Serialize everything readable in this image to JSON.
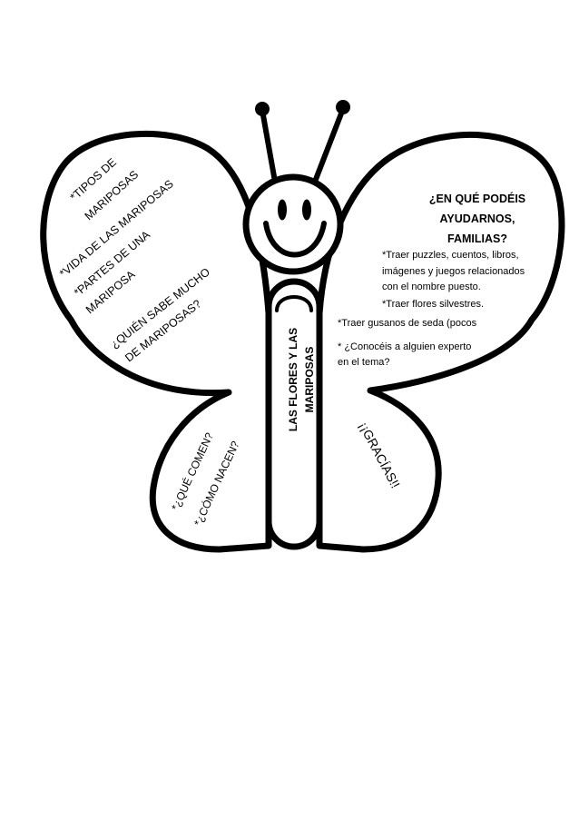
{
  "colors": {
    "ink": "#000000",
    "paper": "#ffffff"
  },
  "left_upper_wing": {
    "lines": [
      "*TIPOS DE",
      "MARIPOSAS",
      "*VIDA DE LAS MARIPOSAS",
      "*PARTES DE UNA",
      "MARIPOSA",
      "¿QUIÉN SABE MUCHO",
      "DE MARIPOSAS?"
    ]
  },
  "left_lower_wing": {
    "lines": [
      "*¿QUÉ COMEN?",
      "*¿CÓMO NACEN?"
    ]
  },
  "body": {
    "title_lines": [
      "LAS FLORES Y LAS",
      "MARIPOSAS"
    ]
  },
  "right_upper_wing": {
    "heading_lines": [
      "¿EN QUÉ PODÉIS",
      "AYUDARNOS,",
      "FAMILIAS?"
    ],
    "item_lines": [
      "*Traer puzzles, cuentos, libros,",
      "imágenes y juegos relacionados",
      "con el nombre puesto.",
      "*Traer flores silvestres.",
      "*Traer gusanos de seda (pocos",
      "* ¿Conocéis a alguien experto",
      "en el tema?"
    ]
  },
  "right_lower_wing": {
    "text": "¡¡GRACÍAS!!"
  }
}
